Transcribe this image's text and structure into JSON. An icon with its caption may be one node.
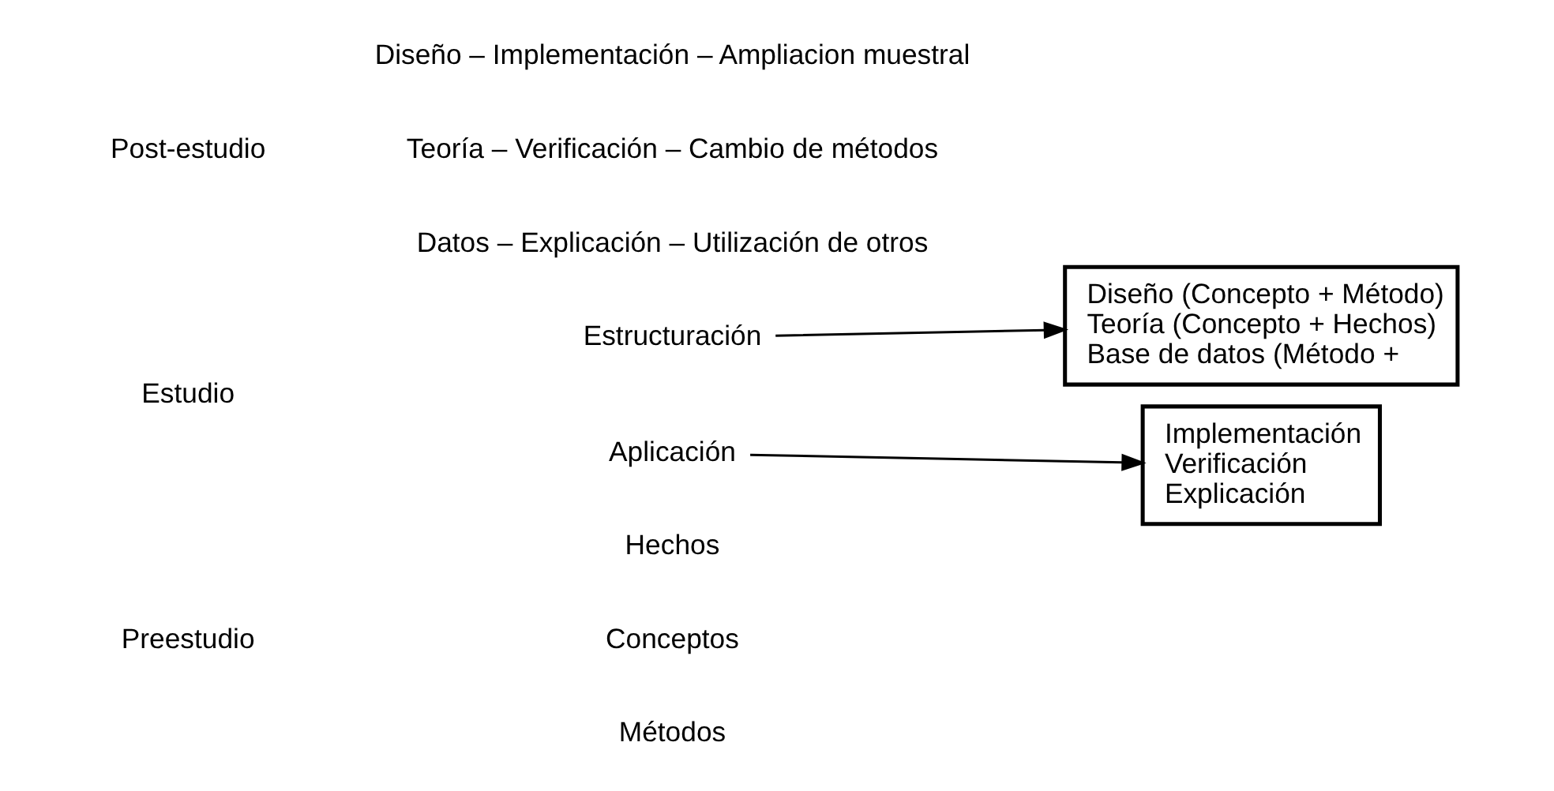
{
  "diagram": {
    "nodes": [
      {
        "text": [
          "Preestudio"
        ]
      },
      {
        "text": [
          "Hechos"
        ]
      },
      {
        "text": [
          "Conceptos"
        ]
      },
      {
        "text": [
          "Métodos"
        ]
      },
      {
        "text": [
          "Estudio"
        ]
      },
      {
        "text": [
          "Estructuración"
        ]
      },
      {
        "text": [
          "Aplicación"
        ]
      },
      {
        "text": [
          "Diseño (Concepto + Método)",
          "Teoría (Concepto + Hechos)",
          "Base de datos (Método +"
        ]
      },
      {
        "text": [
          "Implementación",
          "Verificación",
          "Explicación"
        ]
      },
      {
        "text": [
          "Post-estudio"
        ]
      },
      {
        "text": [
          "Diseño – Implementación – Ampliacion muestral"
        ]
      },
      {
        "text": [
          "Teoría – Verificación – Cambio de métodos"
        ]
      },
      {
        "text": [
          "Datos – Explicación – Utilización de otros"
        ]
      }
    ],
    "edges": [
      {
        "from": 5,
        "to": 7,
        "arrow": "to"
      },
      {
        "from": 6,
        "to": 8,
        "arrow": "to"
      }
    ]
  }
}
